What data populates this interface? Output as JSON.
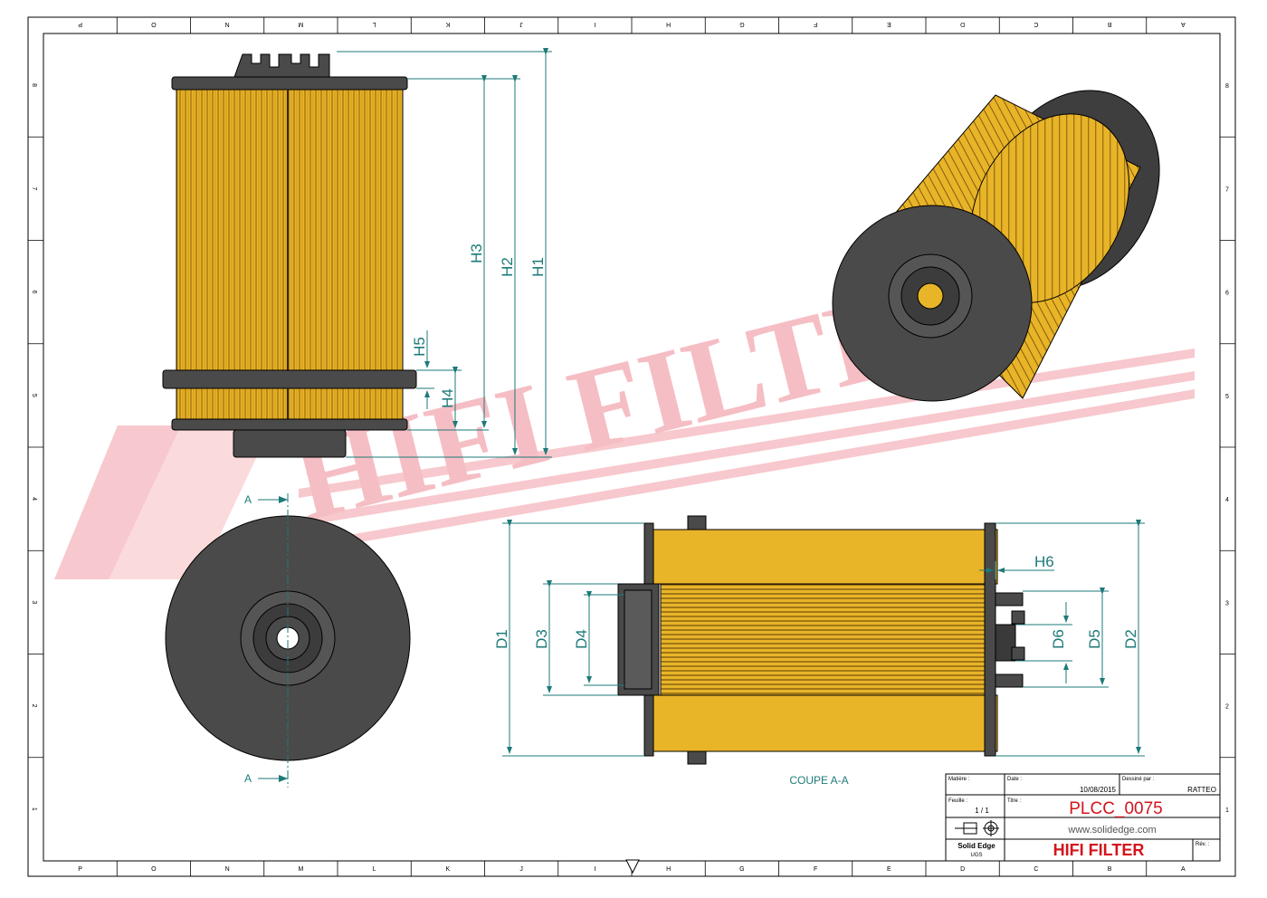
{
  "drawing": {
    "top_ruler": [
      "P",
      "O",
      "N",
      "M",
      "L",
      "K",
      "J",
      "I",
      "H",
      "G",
      "F",
      "E",
      "D",
      "C",
      "B",
      "A"
    ],
    "bottom_ruler": [
      "P",
      "O",
      "N",
      "M",
      "L",
      "K",
      "J",
      "I",
      "H",
      "G",
      "F",
      "E",
      "D",
      "C",
      "B",
      "A"
    ],
    "side_ruler": [
      "8",
      "7",
      "6",
      "5",
      "4",
      "3",
      "2",
      "1"
    ],
    "dimensions": {
      "h1": "H1",
      "h2": "H2",
      "h3": "H3",
      "h4": "H4",
      "h5": "H5",
      "h6": "H6",
      "d1": "D1",
      "d2": "D2",
      "d3": "D3",
      "d4": "D4",
      "d5": "D5",
      "d6": "D6"
    },
    "section_marker": "A",
    "section_title": "COUPE A-A",
    "watermark": "HIFI FILTER",
    "colors": {
      "filter_media": "#e8b428",
      "rubber": "#4a4a4a",
      "dimension": "#1e7a78",
      "watermark": "#f5b8be"
    }
  },
  "title_block": {
    "material_label": "Matière :",
    "date_label": "Date :",
    "date_value": "10/08/2015",
    "drawer_label": "Dessiné par :",
    "drawer_value": "RATTEO",
    "sheet_label": "Feuille :",
    "sheet_value": "1 / 1",
    "title_label": "Titre :",
    "part_number": "PLCC_0075",
    "website": "www.solidedge.com",
    "software": "Solid Edge",
    "software_sub": "UGS",
    "brand": "HIFI FILTER",
    "revision_label": "Rév. :"
  }
}
